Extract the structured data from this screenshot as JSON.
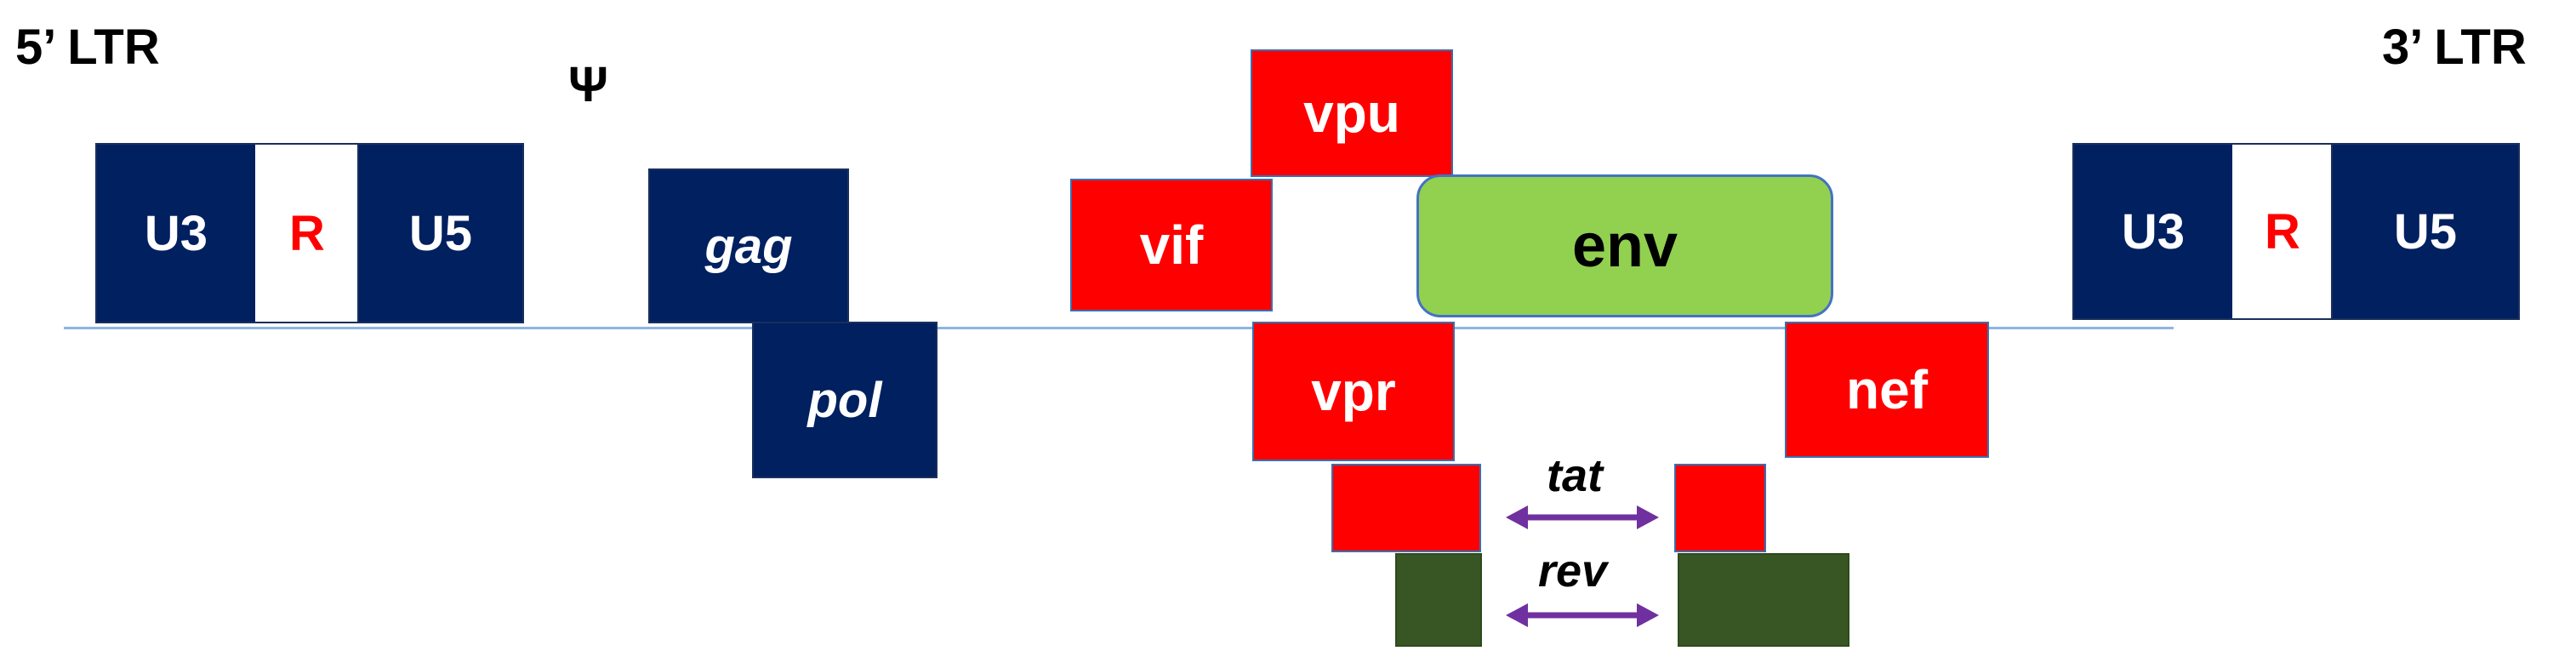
{
  "ltr5": {
    "title": "5’ LTR",
    "u3": "U3",
    "r": "R",
    "u5": "U5"
  },
  "ltr3": {
    "title": "3’ LTR",
    "u3": "U3",
    "r": "R",
    "u5": "U5"
  },
  "psi": "Ψ",
  "genes": {
    "gag": "gag",
    "pol": "pol",
    "vif": "vif",
    "vpu": "vpu",
    "vpr": "vpr",
    "env": "env",
    "nef": "nef",
    "tat": "tat",
    "rev": "rev"
  },
  "colors": {
    "ltr_and_gag_pol": "#002060",
    "accessory_genes": "#ff0000",
    "env": "#92d050",
    "rev_exons": "#375623",
    "r_segment_text": "#ff0000",
    "splice_arrows": "#7030a0"
  }
}
